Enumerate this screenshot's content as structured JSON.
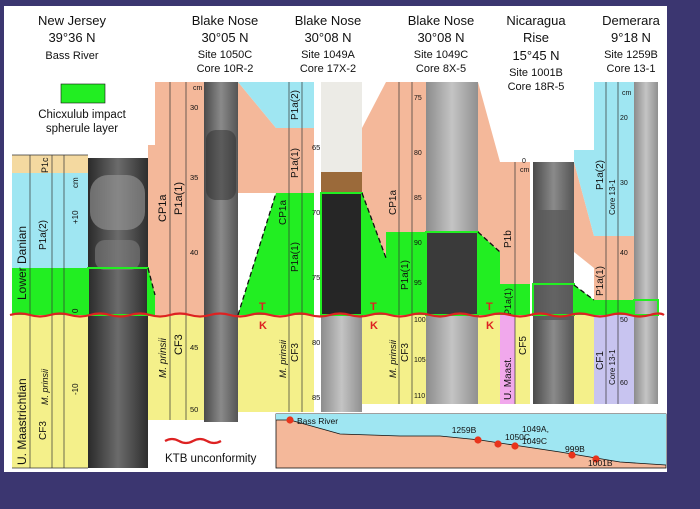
{
  "colors": {
    "background": "#3b3670",
    "panel": "#ffffff",
    "impact_layer": "#22ee22",
    "danian_lower": "#f4b89a",
    "danian_upper": "#9fe6f2",
    "maastrichtian": "#f4f08a",
    "maastrichtian_alt": "#f1a8ec",
    "unconformity": "#dd2222",
    "site_point": "#e8341c"
  },
  "sites": [
    {
      "name": "New Jersey",
      "lat": "39°36 N",
      "site": "Bass River",
      "core": ""
    },
    {
      "name": "Blake Nose",
      "lat": "30°05 N",
      "site": "Site 1050C",
      "core": "Core 10R-2"
    },
    {
      "name": "Blake Nose",
      "lat": "30°08 N",
      "site": "Site 1049A",
      "core": "Core 17X-2"
    },
    {
      "name": "Blake Nose",
      "lat": "30°08 N",
      "site": "Site 1049C",
      "core": "Core 8X-5"
    },
    {
      "name": "Nicaragua Rise",
      "lat": "15°45 N",
      "site": "Site 1001B",
      "core": "Core 18R-5"
    },
    {
      "name": "Demerara",
      "lat": "9°18 N",
      "site": "Site 1259B",
      "core": "Core 13-1"
    }
  ],
  "legend": {
    "impact_label": "Chicxulub impact spherule layer",
    "impact_line1": "Chicxulub impact",
    "impact_line2": "spherule layer",
    "ktb_label": "KTB unconformity"
  },
  "stage_labels": {
    "lower_danian": "Lower Danian",
    "u_maastrichtian": "U. Maastrichtian",
    "u_maast": "U. Maast.",
    "p1b": "P1b",
    "p1c": "P1c",
    "p1a": "P1a",
    "p1a1": "P1a(1)",
    "p1a2": "P1a(2)",
    "cp1a": "CP1a",
    "cf1": "CF1",
    "cf3": "CF3",
    "cf5": "CF5",
    "m_prinsii": "M. prinsii",
    "m_prinsii_short": "M. prinsii",
    "core_13_1": "Core 13-1",
    "t": "T",
    "k": "K",
    "cm": "cm"
  },
  "ticks": {
    "nj": [
      "+10",
      "0",
      "-10"
    ],
    "c1050": [
      "30",
      "35",
      "40",
      "45",
      "50"
    ],
    "a1049": [
      "65",
      "70",
      "75",
      "80",
      "85"
    ],
    "c1049": [
      "75",
      "80",
      "85",
      "90",
      "95",
      "100",
      "105",
      "110"
    ],
    "b1001": [
      "0"
    ],
    "b1259": [
      "20",
      "30",
      "40",
      "50",
      "60"
    ]
  },
  "profile": {
    "points": [
      {
        "label": "Bass River"
      },
      {
        "label": "1259B"
      },
      {
        "label": "1050C"
      },
      {
        "label": "1049A,"
      },
      {
        "label": "1049C"
      },
      {
        "label": "999B"
      },
      {
        "label": "1001B"
      }
    ]
  }
}
